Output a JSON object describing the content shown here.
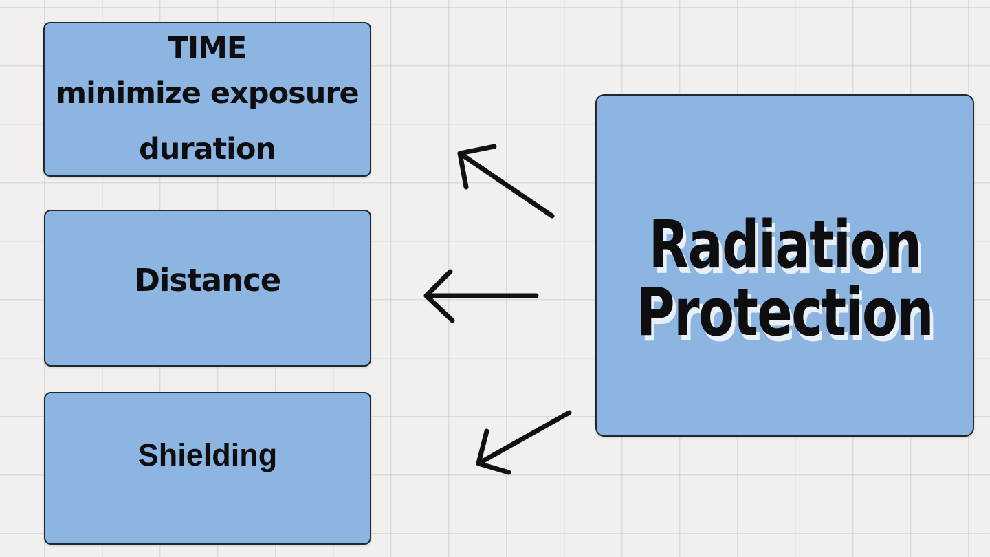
{
  "theme": {
    "bg": "#f1f0ee",
    "grid": "rgba(185,185,180,0.38)",
    "box-fill": "#8cb5e1",
    "box-border": "#1d2834",
    "ink": "#0e0e10",
    "echo": "#e9eff7",
    "arrow": "#111111"
  },
  "main_box": {
    "line1": "Radiation",
    "line2": "Protection"
  },
  "factors": [
    {
      "id": "time",
      "lines": [
        "TIME",
        "minimize exposure",
        "duration"
      ]
    },
    {
      "id": "distance",
      "lines": [
        "Distance"
      ]
    },
    {
      "id": "shielding",
      "lines": [
        "Shielding"
      ]
    }
  ]
}
